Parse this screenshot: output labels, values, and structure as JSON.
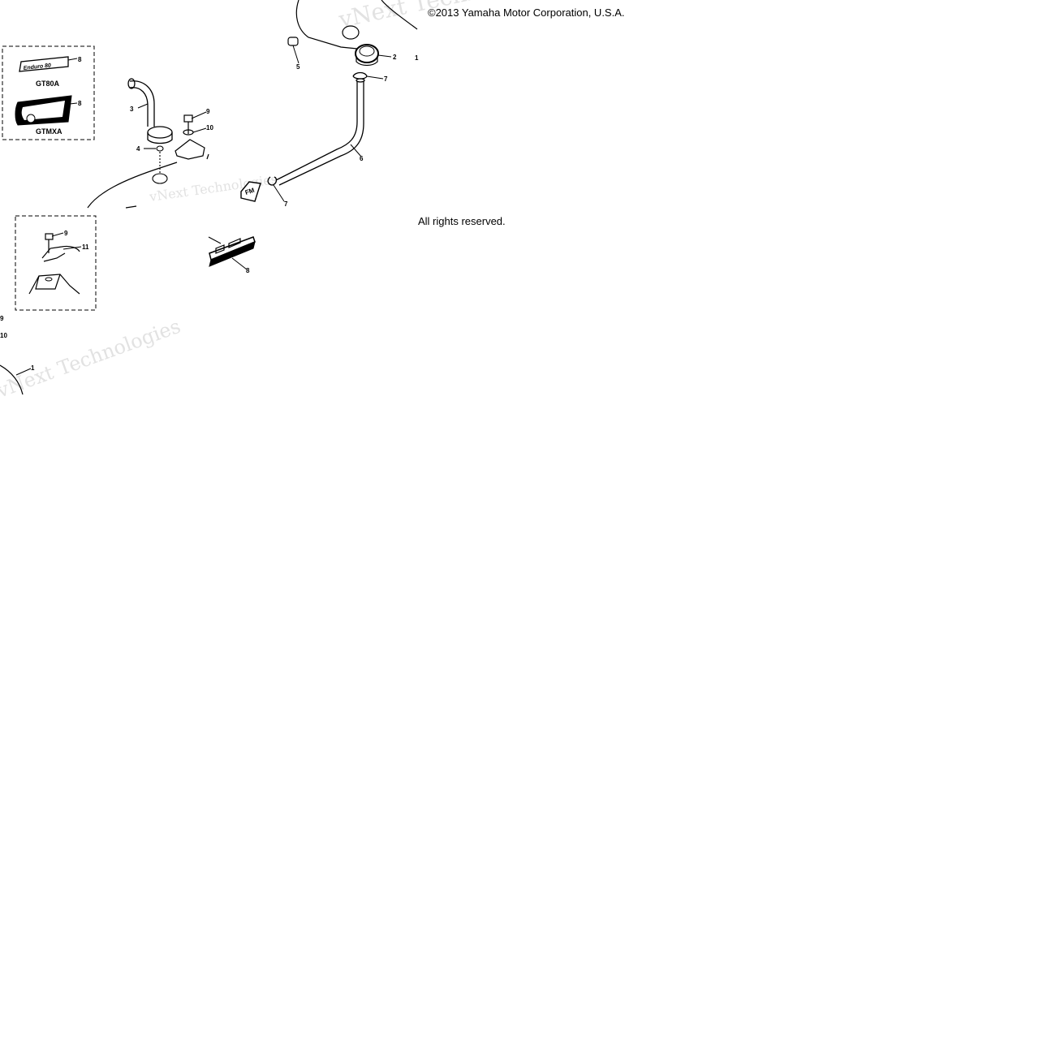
{
  "header": {
    "copyright": "©2013 Yamaha Motor Corporation, U.S.A."
  },
  "footer": {
    "rights": "All rights reserved."
  },
  "watermark": {
    "company": "vNext Technologies",
    "color": "#e2e2e2"
  },
  "diagram": {
    "line_color": "#000000",
    "inset_models": {
      "top": "GT80A",
      "bottom": "GTMXA"
    },
    "emblem_text": "Enduro 80",
    "fm_tag": "FM",
    "callouts": [
      "1",
      "2",
      "3",
      "4",
      "5",
      "6",
      "7",
      "8",
      "9",
      "10",
      "11"
    ]
  }
}
